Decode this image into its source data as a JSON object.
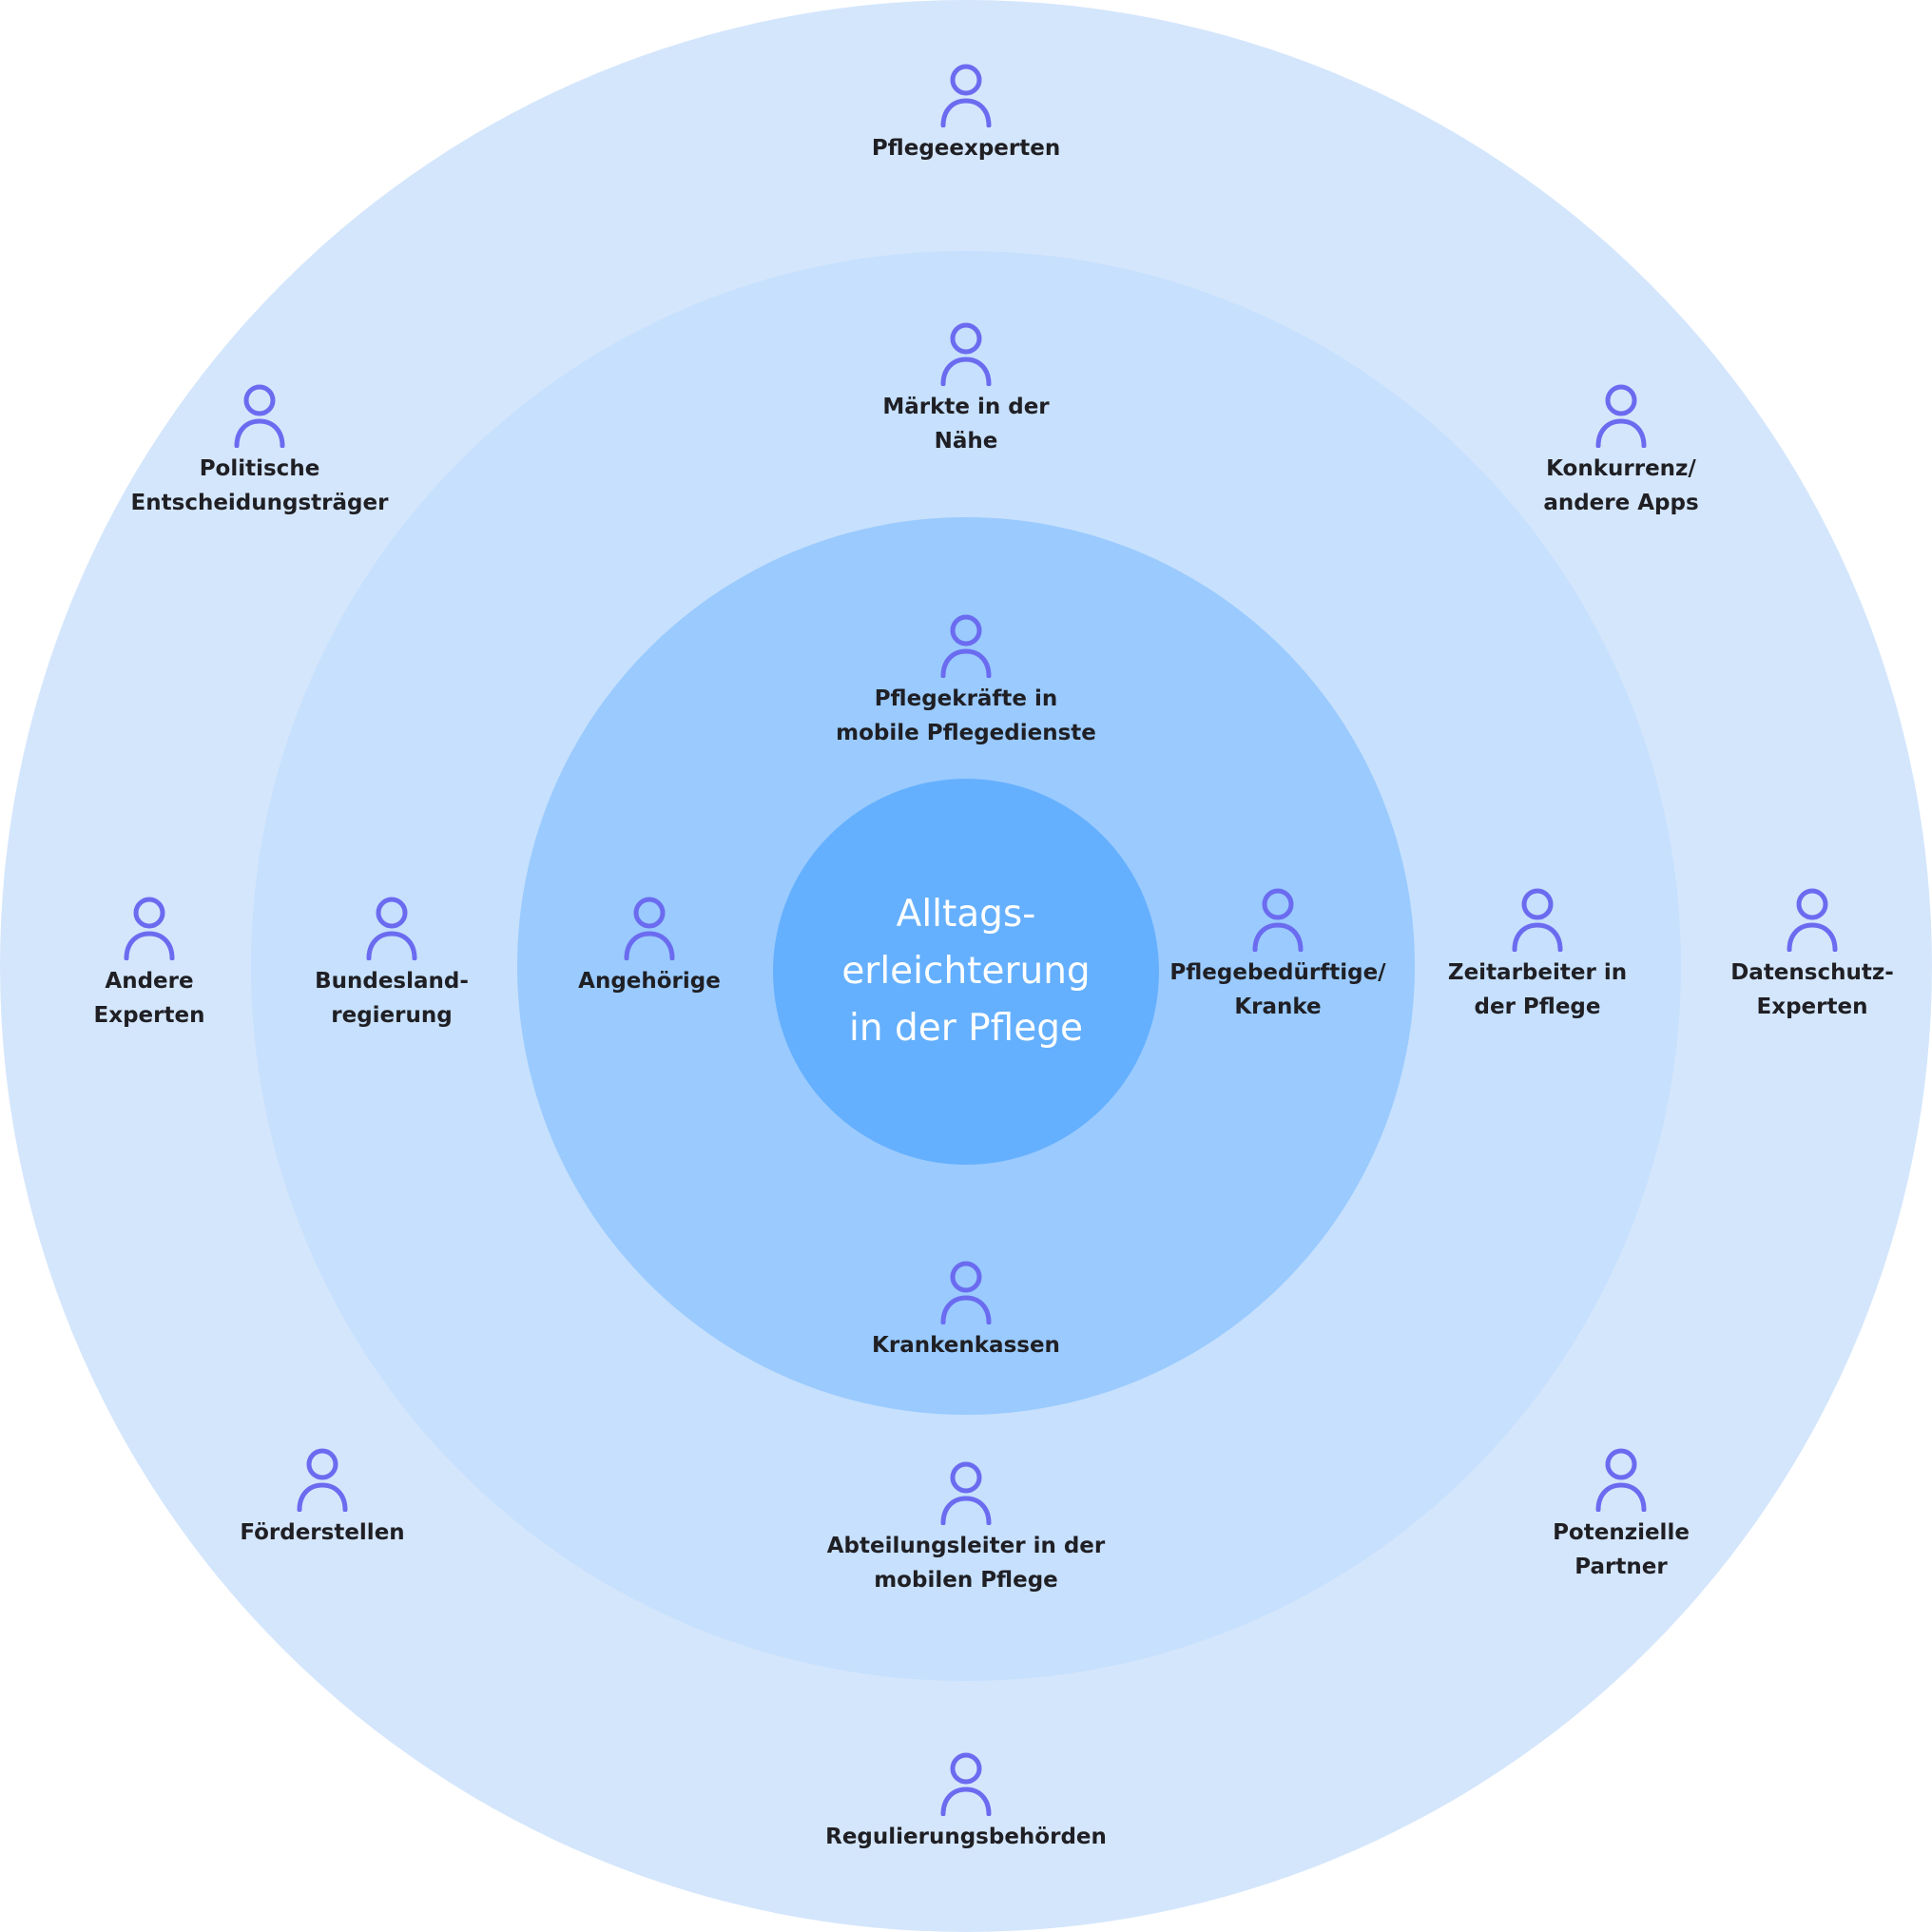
{
  "colors": {
    "outer_ring": "#d4e6fc",
    "middle_ring": "#c6e0fd",
    "inner_ring": "#9acafe",
    "core": "#65b0fe",
    "icon": "#6b6bf0",
    "label": "#1f1f24",
    "center_text": "#ffffff"
  },
  "center": {
    "title": "Alltags-\nerleichterung\nin der  Pflege"
  },
  "icon_name": "person-icon",
  "stakeholders": [
    {
      "id": "pflegeexperten",
      "ring": "outer",
      "label": "Pflegeexperten"
    },
    {
      "id": "politische-entscheidungstraeger",
      "ring": "outer",
      "label": "Politische\nEntscheidungsträger"
    },
    {
      "id": "konkurrenz-andere-apps",
      "ring": "outer",
      "label": "Konkurrenz/\nandere Apps"
    },
    {
      "id": "andere-experten",
      "ring": "outer",
      "label": "Andere\nExperten"
    },
    {
      "id": "datenschutz-experten",
      "ring": "outer",
      "label": "Datenschutz-\nExperten"
    },
    {
      "id": "foerderstellen",
      "ring": "outer",
      "label": "Förderstellen"
    },
    {
      "id": "potenzielle-partner",
      "ring": "outer",
      "label": "Potenzielle\nPartner"
    },
    {
      "id": "regulierungsbehoerden",
      "ring": "outer",
      "label": "Regulierungsbehörden"
    },
    {
      "id": "maerkte-in-der-naehe",
      "ring": "middle",
      "label": "Märkte in der\nNähe"
    },
    {
      "id": "bundeslandregierung",
      "ring": "middle",
      "label": "Bundesland-\nregierung"
    },
    {
      "id": "zeitarbeiter-in-der-pflege",
      "ring": "middle",
      "label": "Zeitarbeiter in\nder Pflege"
    },
    {
      "id": "abteilungsleiter-mobile-pflege",
      "ring": "middle",
      "label": "Abteilungsleiter in der\nmobilen Pflege"
    },
    {
      "id": "pflegekraefte-mobile-pflegedienste",
      "ring": "inner",
      "label": "Pflegekräfte in\nmobile Pflegedienste"
    },
    {
      "id": "angehoerige",
      "ring": "inner",
      "label": "Angehörige"
    },
    {
      "id": "pflegebeduerftige-kranke",
      "ring": "inner",
      "label": "Pflegebedürftige/\nKranke"
    },
    {
      "id": "krankenkassen",
      "ring": "inner",
      "label": "Krankenkassen"
    }
  ]
}
